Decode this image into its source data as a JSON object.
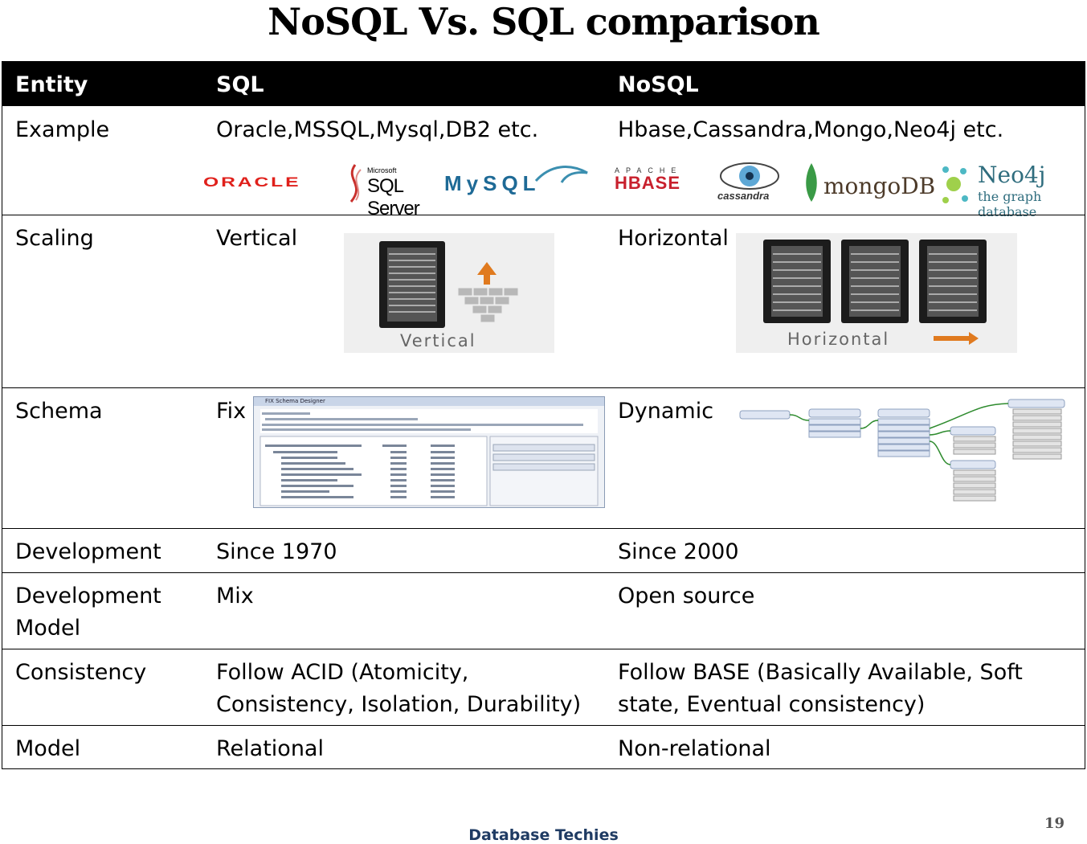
{
  "title": "NoSQL Vs. SQL comparison",
  "header": {
    "entity": "Entity",
    "sql": "SQL",
    "nosql": "NoSQL"
  },
  "rows": {
    "example": {
      "entity": "Example",
      "sql": "Oracle,MSSQL,Mysql,DB2  etc.",
      "nosql": "Hbase,Cassandra,Mongo,Neo4j  etc."
    },
    "scaling": {
      "entity": "Scaling",
      "sql": "Vertical",
      "nosql": "Horizontal"
    },
    "schema": {
      "entity": "Schema",
      "sql": "Fix",
      "nosql": "Dynamic"
    },
    "development": {
      "entity": "Development",
      "sql": "Since 1970",
      "nosql": "Since 2000"
    },
    "development_model": {
      "entity_line1": "Development",
      "entity_line2": "Model",
      "sql": "Mix",
      "nosql": "Open source"
    },
    "consistency": {
      "entity": "Consistency",
      "sql_line1": "Follow ACID (Atomicity,",
      "sql_line2": "Consistency,  Isolation, Durability)",
      "nosql_line1": "Follow BASE (Basically Available, Soft",
      "nosql_line2": "state, Eventual consistency)"
    },
    "model": {
      "entity": "Model",
      "sql": "Relational",
      "nosql": "Non-relational"
    }
  },
  "logos": {
    "oracle": "ORACLE",
    "sqlserver_small": "Microsoft",
    "sqlserver": "SQL Server",
    "mysql": "MySQL",
    "hbase_top": "APACHE",
    "hbase": "HBASE",
    "cassandra": "cassandra",
    "mongodb": "mongoDB",
    "neo4j": "Neo4j",
    "neo4j_sub": "the graph database"
  },
  "images": {
    "vertical_caption": "Vertical",
    "horizontal_caption": "Horizontal",
    "schema_window_title": "FIX Schema Designer"
  },
  "footer": "Database Techies",
  "page_number": "19"
}
